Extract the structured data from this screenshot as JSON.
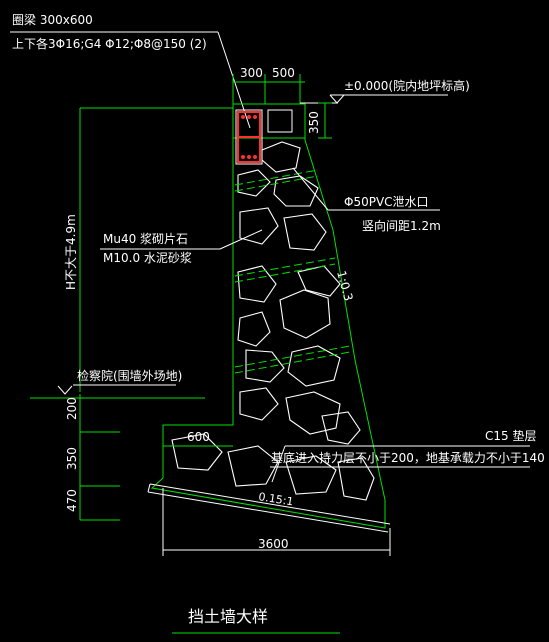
{
  "title": "挡土墙大样",
  "ring_beam": {
    "label": "圈梁 300x600",
    "rebar": "上下各3Φ16;G4 Φ12;Φ8@150 (2)"
  },
  "top_dims": {
    "left": "300",
    "right": "500"
  },
  "elevation": "±0.000(院内地坪标高)",
  "dim_350_top": "350",
  "pvc": {
    "line1": "Φ50PVC泄水口",
    "line2": "竖向间距1.2m"
  },
  "masonry": {
    "line1": "Mu40 浆砌片石",
    "line2": "M10.0 水泥砂浆"
  },
  "height_label": "H不大于4.9m",
  "slope_back": "1:0.3",
  "ground_outside": "检察院(围墙外场地)",
  "left_dims": [
    "200",
    "350",
    "470"
  ],
  "toe_width": "600",
  "c15_label": "C15 垫层",
  "foundation_note": "基底进入持力层不小于200，地基承载力不小于140",
  "base_slope": "0.15:1",
  "base_width": "3600",
  "colors": {
    "line": "#00e000",
    "text": "#ffffff",
    "rebar": "#ff3030",
    "background": "#000000"
  }
}
